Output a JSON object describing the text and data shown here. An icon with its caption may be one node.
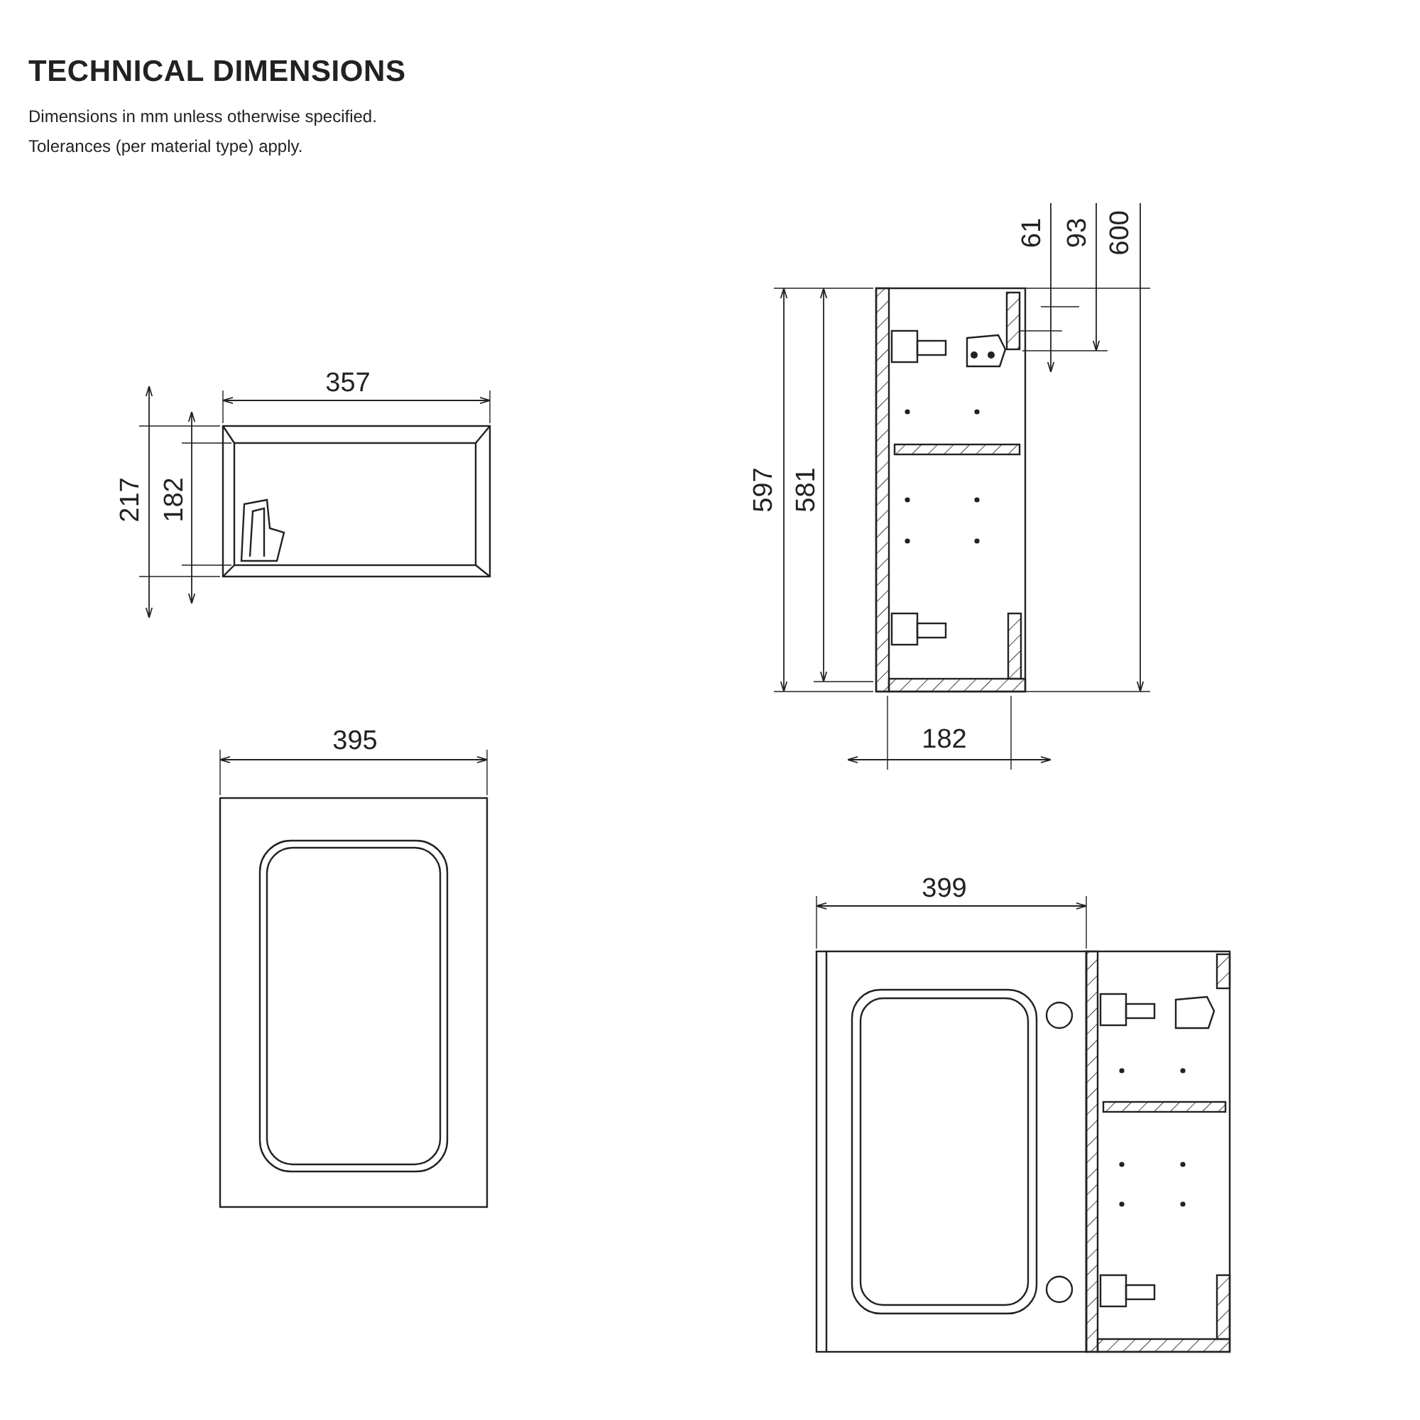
{
  "diagram": {
    "title": "TECHNICAL DIMENSIONS",
    "labels": [
      "Dimensions in mm unless otherwise specified.",
      "Tolerances (per material type) apply.",
      "61",
      "93",
      "600",
      "357",
      "217",
      "182",
      "597",
      "581",
      "395",
      "182",
      "399"
    ]
  }
}
